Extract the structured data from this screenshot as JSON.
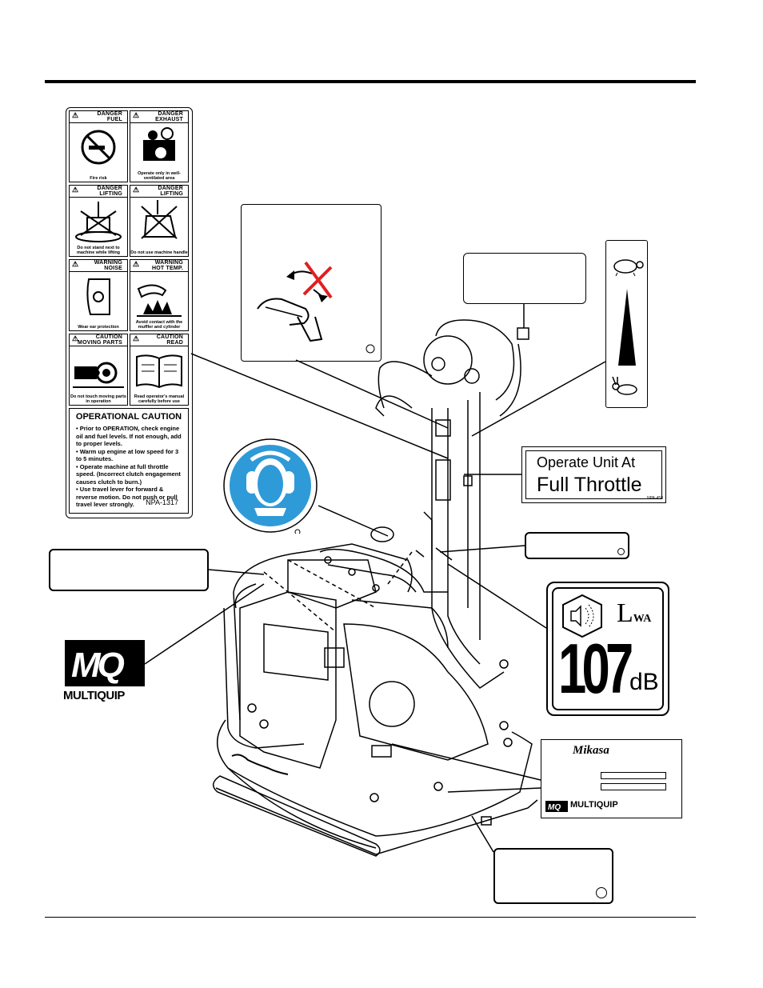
{
  "decals": {
    "fuel": {
      "header": "DANGER",
      "subheader": "FUEL",
      "caption": "Fire risk"
    },
    "exhaust": {
      "header": "DANGER",
      "subheader": "EXHAUST",
      "caption": "Operate only in well-ventilated area"
    },
    "lifting1": {
      "header": "DANGER",
      "subheader": "LIFTING",
      "caption": "Do not stand next to machine while lifting"
    },
    "lifting2": {
      "header": "DANGER",
      "subheader": "LIFTING",
      "caption": "Do not use machine handle"
    },
    "noise": {
      "header": "WARNING",
      "subheader": "NOISE",
      "caption": "Wear ear protection"
    },
    "hot": {
      "header": "WARNING",
      "subheader": "HOT TEMP.",
      "caption": "Avoid contact with the muffler and cylinder"
    },
    "moving": {
      "header": "CAUTION",
      "subheader": "MOVING PARTS",
      "caption": "Do not touch moving parts in operation"
    },
    "read": {
      "header": "CAUTION",
      "subheader": "READ",
      "caption": "Read operator's manual carefully before use"
    }
  },
  "operational_caution": {
    "title": "OPERATIONAL CAUTION",
    "items": [
      "Prior to OPERATION, check engine oil and fuel levels. If not enough, add to proper levels.",
      "Warm up engine at low speed for 3 to 5 minutes.",
      "Operate machine at full throttle speed. (Incorrect clutch engagement causes clutch to burn.)",
      "Use travel lever for forward & reverse motion. Do not push or pull travel lever strongly."
    ],
    "code": "NPA-1317"
  },
  "throttle_decal": {
    "line1": "Operate Unit At",
    "line2": "Full Throttle",
    "code": "NPA-458"
  },
  "noise_decal": {
    "number": "107",
    "unit": "dB",
    "label": "L",
    "label_sub": "WA"
  },
  "brand": {
    "name": "MULTIQUIP",
    "plate_brand": "Mikasa",
    "plate_footer": "MULTIQUIP"
  },
  "colors": {
    "hearing_blue": "#2f9ad8",
    "danger_red": "#e02020"
  }
}
